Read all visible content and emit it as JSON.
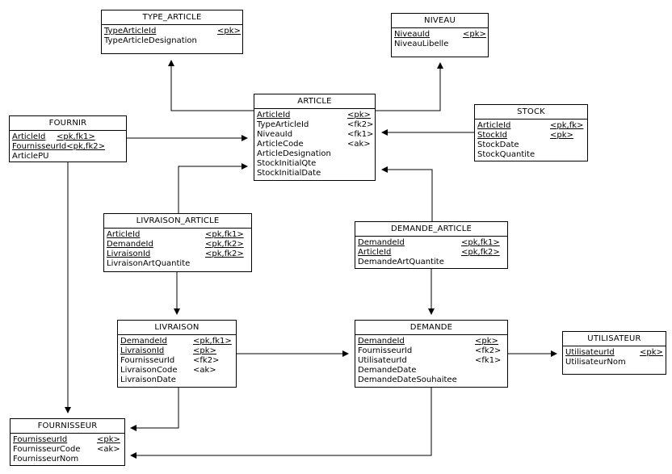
{
  "entities": {
    "type_article": {
      "title": "TYPE_ARTICLE",
      "attrs": [
        {
          "name": "TypeArticleId",
          "key": "<pk>"
        },
        {
          "name": "TypeArticleDesignation",
          "key": ""
        }
      ]
    },
    "niveau": {
      "title": "NIVEAU",
      "attrs": [
        {
          "name": "NiveauId",
          "key": "<pk>"
        },
        {
          "name": "NiveauLibelle",
          "key": ""
        }
      ]
    },
    "fournir": {
      "title": "FOURNIR",
      "attrs": [
        {
          "name": "ArticleId",
          "key": "<pk,fk1>"
        },
        {
          "name": "FournisseurId",
          "key": "<pk,fk2>"
        },
        {
          "name": "ArticlePU",
          "key": ""
        }
      ]
    },
    "article": {
      "title": "ARTICLE",
      "attrs": [
        {
          "name": "ArticleId",
          "key": "<pk>"
        },
        {
          "name": "TypeArticleId",
          "key": "<fk2>"
        },
        {
          "name": "NiveauId",
          "key": "<fk1>"
        },
        {
          "name": "ArticleCode",
          "key": "<ak>"
        },
        {
          "name": "ArticleDesignation",
          "key": ""
        },
        {
          "name": "StockInitialQte",
          "key": ""
        },
        {
          "name": "StockInitialDate",
          "key": ""
        }
      ]
    },
    "stock": {
      "title": "STOCK",
      "attrs": [
        {
          "name": "ArticleId",
          "key": "<pk,fk>"
        },
        {
          "name": "StockId",
          "key": "<pk>"
        },
        {
          "name": "StockDate",
          "key": ""
        },
        {
          "name": "StockQuantite",
          "key": ""
        }
      ]
    },
    "livraison_article": {
      "title": "LIVRAISON_ARTICLE",
      "attrs": [
        {
          "name": "ArticleId",
          "key": "<pk,fk1>"
        },
        {
          "name": "DemandeId",
          "key": "<pk,fk2>"
        },
        {
          "name": "LivraisonId",
          "key": "<pk,fk2>"
        },
        {
          "name": "LivraisonArtQuantite",
          "key": ""
        }
      ]
    },
    "demande_article": {
      "title": "DEMANDE_ARTICLE",
      "attrs": [
        {
          "name": "DemandeId",
          "key": "<pk,fk1>"
        },
        {
          "name": "ArticleId",
          "key": "<pk,fk2>"
        },
        {
          "name": "DemandeArtQuantite",
          "key": ""
        }
      ]
    },
    "livraison": {
      "title": "LIVRAISON",
      "attrs": [
        {
          "name": "DemandeId",
          "key": "<pk,fk1>"
        },
        {
          "name": "LivraisonId",
          "key": "<pk>"
        },
        {
          "name": "FournisseurId",
          "key": "<fk2>"
        },
        {
          "name": "LivraisonCode",
          "key": "<ak>"
        },
        {
          "name": "LivraisonDate",
          "key": ""
        }
      ]
    },
    "demande": {
      "title": "DEMANDE",
      "attrs": [
        {
          "name": "DemandeId",
          "key": "<pk>"
        },
        {
          "name": "FournisseurId",
          "key": "<fk2>"
        },
        {
          "name": "UtilisateurId",
          "key": "<fk1>"
        },
        {
          "name": "DemandeDate",
          "key": ""
        },
        {
          "name": "DemandeDateSouhaitee",
          "key": ""
        }
      ]
    },
    "utilisateur": {
      "title": "UTILISATEUR",
      "attrs": [
        {
          "name": "UtilisateurId",
          "key": "<pk>"
        },
        {
          "name": "UtilisateurNom",
          "key": ""
        }
      ]
    },
    "fournisseur": {
      "title": "FOURNISSEUR",
      "attrs": [
        {
          "name": "FournisseurId",
          "key": "<pk>"
        },
        {
          "name": "FournisseurCode",
          "key": "<ak>"
        },
        {
          "name": "FournisseurNom",
          "key": ""
        }
      ]
    }
  }
}
